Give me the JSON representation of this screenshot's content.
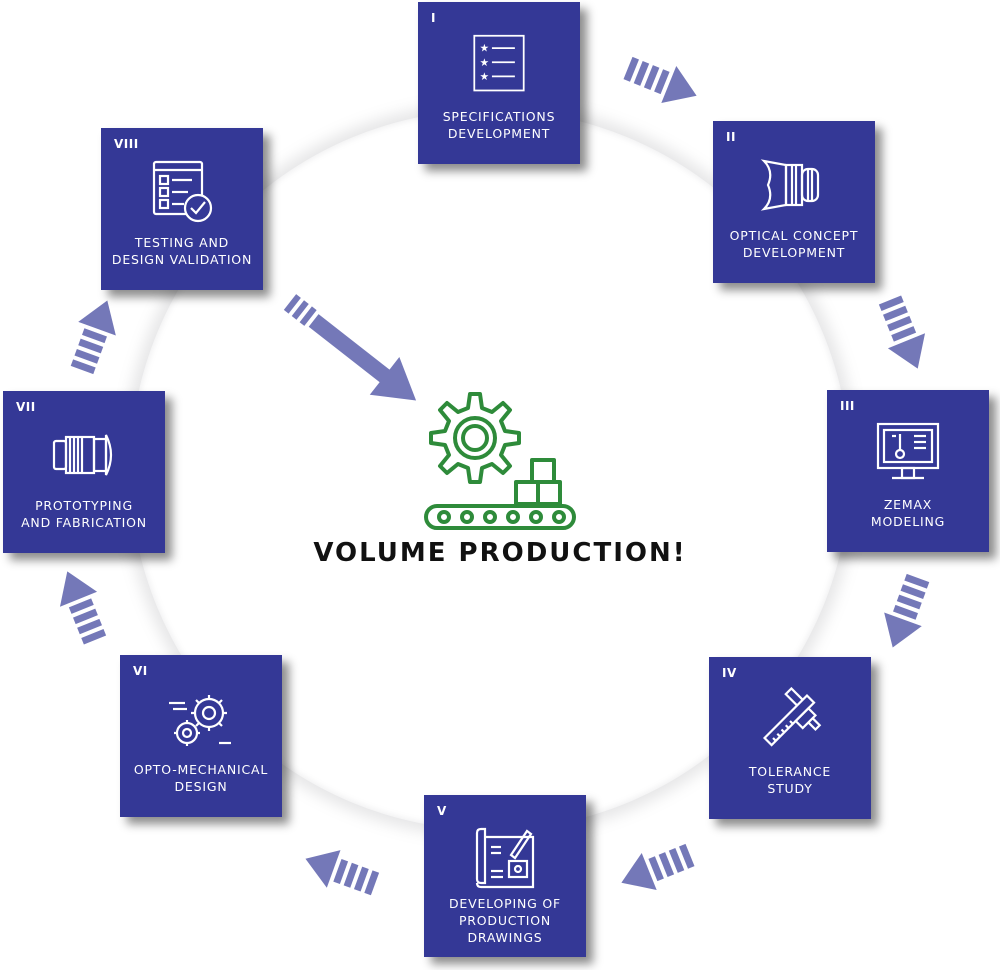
{
  "center": {
    "title": "VOLUME PRODUCTION!"
  },
  "colors": {
    "card": "#343896",
    "arrow": "#7478b8",
    "accent": "#2e8b3a"
  },
  "steps": [
    {
      "number": "I",
      "lines": [
        "SPECIFICATIONS",
        "DEVELOPMENT"
      ],
      "icon": "checklist-icon"
    },
    {
      "number": "II",
      "lines": [
        "OPTICAL CONCEPT",
        "DEVELOPMENT"
      ],
      "icon": "lens-icon"
    },
    {
      "number": "III",
      "lines": [
        "ZEMAX",
        "MODELING"
      ],
      "icon": "monitor-icon"
    },
    {
      "number": "IV",
      "lines": [
        "TOLERANCE",
        "STUDY"
      ],
      "icon": "caliper-icon"
    },
    {
      "number": "V",
      "lines": [
        "DEVELOPING OF",
        "PRODUCTION",
        "DRAWINGS"
      ],
      "icon": "blueprint-icon"
    },
    {
      "number": "VI",
      "lines": [
        "OPTO-MECHANICAL",
        "DESIGN"
      ],
      "icon": "gears-icon"
    },
    {
      "number": "VII",
      "lines": [
        "PROTOTYPING",
        "AND FABRICATION"
      ],
      "icon": "camera-lens-icon"
    },
    {
      "number": "VIII",
      "lines": [
        "TESTING AND",
        "DESIGN VALIDATION"
      ],
      "icon": "checklist-validation-icon"
    }
  ]
}
